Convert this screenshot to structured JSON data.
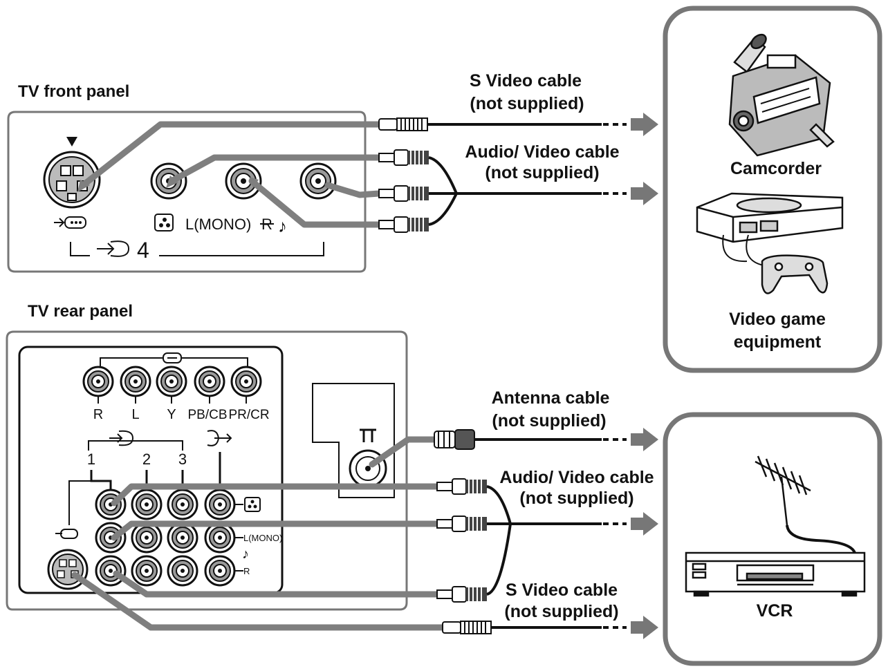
{
  "panels": {
    "front_title": "TV front panel",
    "rear_title": "TV rear panel",
    "front_port_labels": {
      "audio": "L(MONO)",
      "r_mark": "R",
      "input_number": "4"
    },
    "rear_component_labels": [
      "R",
      "L",
      "Y",
      "PB/CB",
      "PR/CR"
    ],
    "rear_input_numbers": [
      "1",
      "2",
      "3"
    ],
    "rear_side_labels": [
      "L(MONO)",
      "R"
    ]
  },
  "cables": {
    "front_s_video": [
      "S Video cable",
      "(not supplied)"
    ],
    "front_av": [
      "Audio/ Video cable",
      "(not supplied)"
    ],
    "antenna": [
      "Antenna cable",
      "(not supplied)"
    ],
    "rear_av": [
      "Audio/ Video cable",
      "(not supplied)"
    ],
    "rear_s_video": [
      "S Video cable",
      "(not supplied)"
    ]
  },
  "devices": {
    "camcorder": "Camcorder",
    "game": [
      "Video game",
      "equipment"
    ],
    "vcr": "VCR"
  },
  "icons": [
    "tv-front-panel",
    "tv-rear-panel",
    "s-video-jack-icon",
    "rca-jack-icon",
    "antenna-jack-icon",
    "camcorder-icon",
    "game-console-icon",
    "vcr-icon",
    "antenna-icon",
    "arrow-icon"
  ],
  "colors": {
    "line": "#111111",
    "cable": "#7f7f7f",
    "panel_border": "#6e6e6e",
    "device_border": "#777777"
  }
}
